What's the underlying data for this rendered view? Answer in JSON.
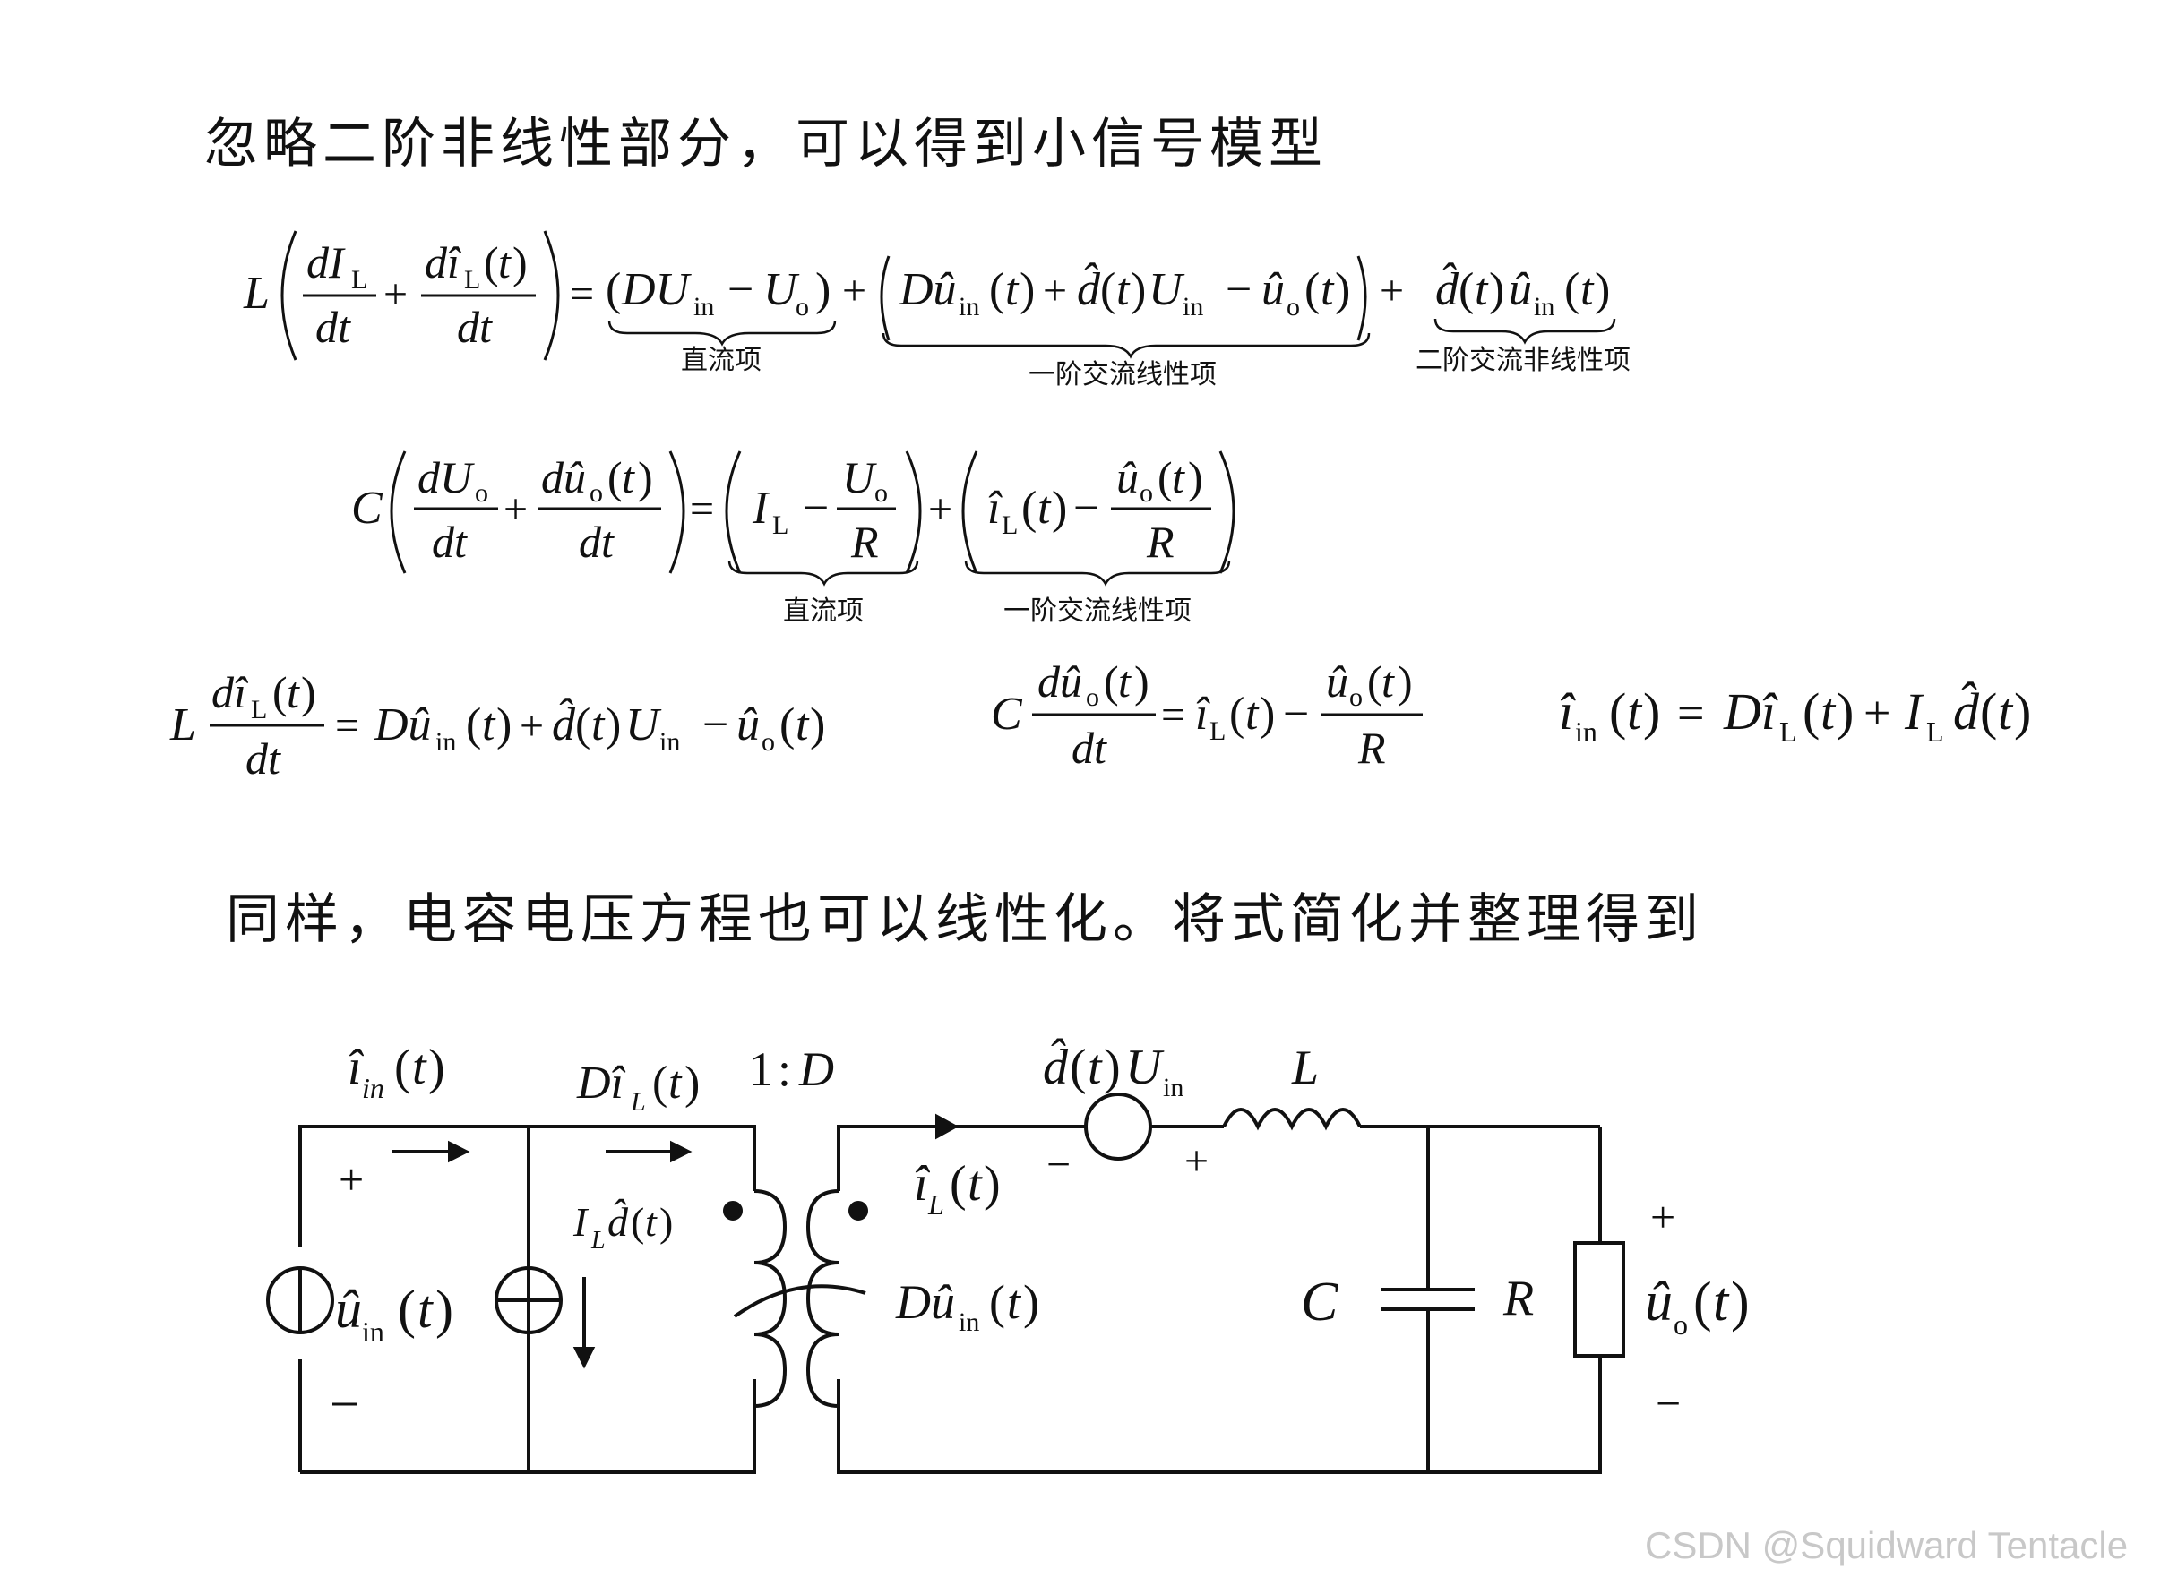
{
  "heading_1": "忽略二阶非线性部分，可以得到小信号模型",
  "heading_2": "同样，电容电压方程也可以线性化。将式简化并整理得到",
  "brace_labels": {
    "dc": "直流项",
    "first_order_ac": "一阶交流线性项",
    "second_order_ac": "二阶交流非线性项"
  },
  "circuit": {
    "transformer_ratio": "1:D",
    "labels": {
      "ratio_one": "1",
      "ratio_colon": ":",
      "ratio_D": "D",
      "C": "C",
      "R": "R",
      "L": "L",
      "plus": "+",
      "minus": "−"
    }
  },
  "watermark": "CSDN @Squidward Tentacle"
}
